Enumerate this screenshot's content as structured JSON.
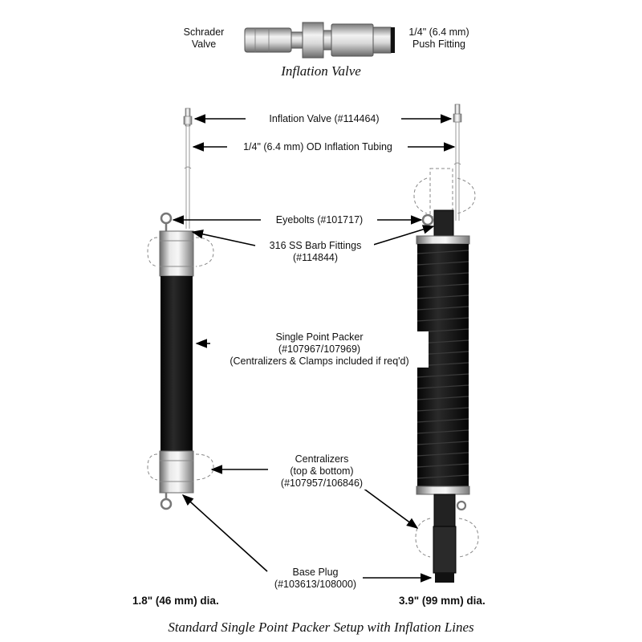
{
  "valve_detail": {
    "left_label": [
      "Schrader",
      "Valve"
    ],
    "right_label": [
      "1/4\" (6.4 mm)",
      "Push Fitting"
    ],
    "caption": "Inflation Valve"
  },
  "callouts": {
    "inflation_valve": "Inflation Valve (#114464)",
    "inflation_tubing": "1/4\" (6.4 mm) OD Inflation Tubing",
    "eyebolts": "Eyebolts (#101717)",
    "barb_fittings": [
      "316 SS Barb Fittings",
      "(#114844)"
    ],
    "packer": [
      "Single Point Packer",
      "(#107967/107969)",
      "(Centralizers & Clamps included if req'd)"
    ],
    "centralizers": [
      "Centralizers",
      "(top & bottom)",
      "(#107957/106846)"
    ],
    "base_plug": [
      "Base Plug",
      "(#103613/108000)"
    ]
  },
  "diameters": {
    "small": "1.8\" (46 mm) dia.",
    "large": "3.9\" (99 mm) dia."
  },
  "caption": "Standard Single Point Packer Setup with Inflation Lines",
  "colors": {
    "packer_body": "#111111",
    "steel": "#b8b8b8",
    "line": "#000000"
  }
}
